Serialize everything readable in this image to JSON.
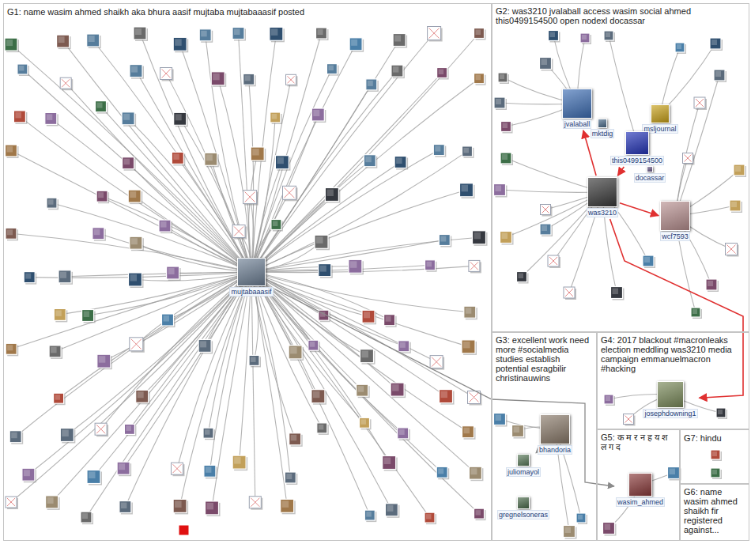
{
  "diagram": {
    "nodes": [
      {
        "text": [
          "G1: name wasim ahmed shaikh aka bhura aasif mujtaba mujtabaaasif posted"
        ]
      },
      {
        "text": [
          "mujtabaaasif"
        ],
        "in": 0
      },
      {
        "text": [
          "G2: was3210 jvalaball access wasim social ahmed this0499154500 open nodexl docassar"
        ]
      },
      {
        "text": [
          "jvalaball"
        ],
        "in": 2
      },
      {
        "text": [
          "msljournal"
        ],
        "in": 2
      },
      {
        "text": [
          "mktdig"
        ],
        "in": 2
      },
      {
        "text": [
          "this0499154500"
        ],
        "in": 2
      },
      {
        "text": [
          "docassar"
        ],
        "in": 2
      },
      {
        "text": [
          "was3210"
        ],
        "in": 2
      },
      {
        "text": [
          "wcf7593"
        ],
        "in": 2
      },
      {
        "text": [
          "G3: excellent work need more #socialmedia studies establish potential esragbilir christinauwins"
        ]
      },
      {
        "text": [
          "bhandoria"
        ],
        "in": 10
      },
      {
        "text": [
          "juliomayol"
        ],
        "in": 10
      },
      {
        "text": [
          "gregnelsoneras"
        ],
        "in": 10
      },
      {
        "text": [
          "G4: 2017 blackout #macronleaks election meddling was3210 media campaign emmanuelmacron #hacking"
        ]
      },
      {
        "text": [
          "josephdowning1"
        ],
        "in": 14
      },
      {
        "text": [
          "G5: क म र न ह य श ल ग द"
        ]
      },
      {
        "text": [
          "wasim_ahmed"
        ],
        "in": 16
      },
      {
        "text": [
          "G6: name wasim ahmed shaikh fir registered against..."
        ]
      },
      {
        "text": [
          "G7: hindu"
        ]
      }
    ],
    "edges": [
      {
        "from": 8,
        "to": 3,
        "arrow": "to"
      },
      {
        "from": 6,
        "to": 8,
        "arrow": "to"
      },
      {
        "from": 8,
        "to": 9,
        "arrow": "to"
      },
      {
        "from": 8,
        "to": 15,
        "arrow": "to"
      },
      {
        "from": 1,
        "to": 17,
        "arrow": "to"
      },
      {
        "from": 12,
        "to": 11,
        "arrow": "to"
      }
    ]
  }
}
